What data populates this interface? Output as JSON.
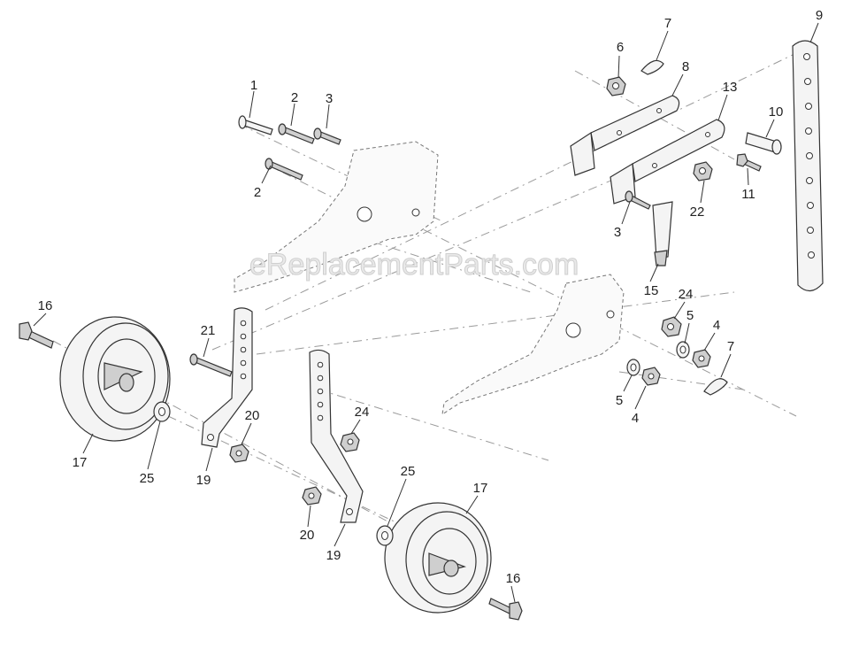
{
  "watermark": "eReplacementParts.com",
  "callouts": {
    "c1": "1",
    "c2a": "2",
    "c2b": "2",
    "c3a": "3",
    "c3b": "3",
    "c4a": "4",
    "c4b": "4",
    "c5a": "5",
    "c5b": "5",
    "c6": "6",
    "c7a": "7",
    "c7b": "7",
    "c8": "8",
    "c9": "9",
    "c10": "10",
    "c11": "11",
    "c13": "13",
    "c15": "15",
    "c16a": "16",
    "c16b": "16",
    "c17a": "17",
    "c17b": "17",
    "c19a": "19",
    "c19b": "19",
    "c20a": "20",
    "c20b": "20",
    "c21": "21",
    "c22": "22",
    "c24a": "24",
    "c24b": "24",
    "c25a": "25",
    "c25b": "25"
  }
}
